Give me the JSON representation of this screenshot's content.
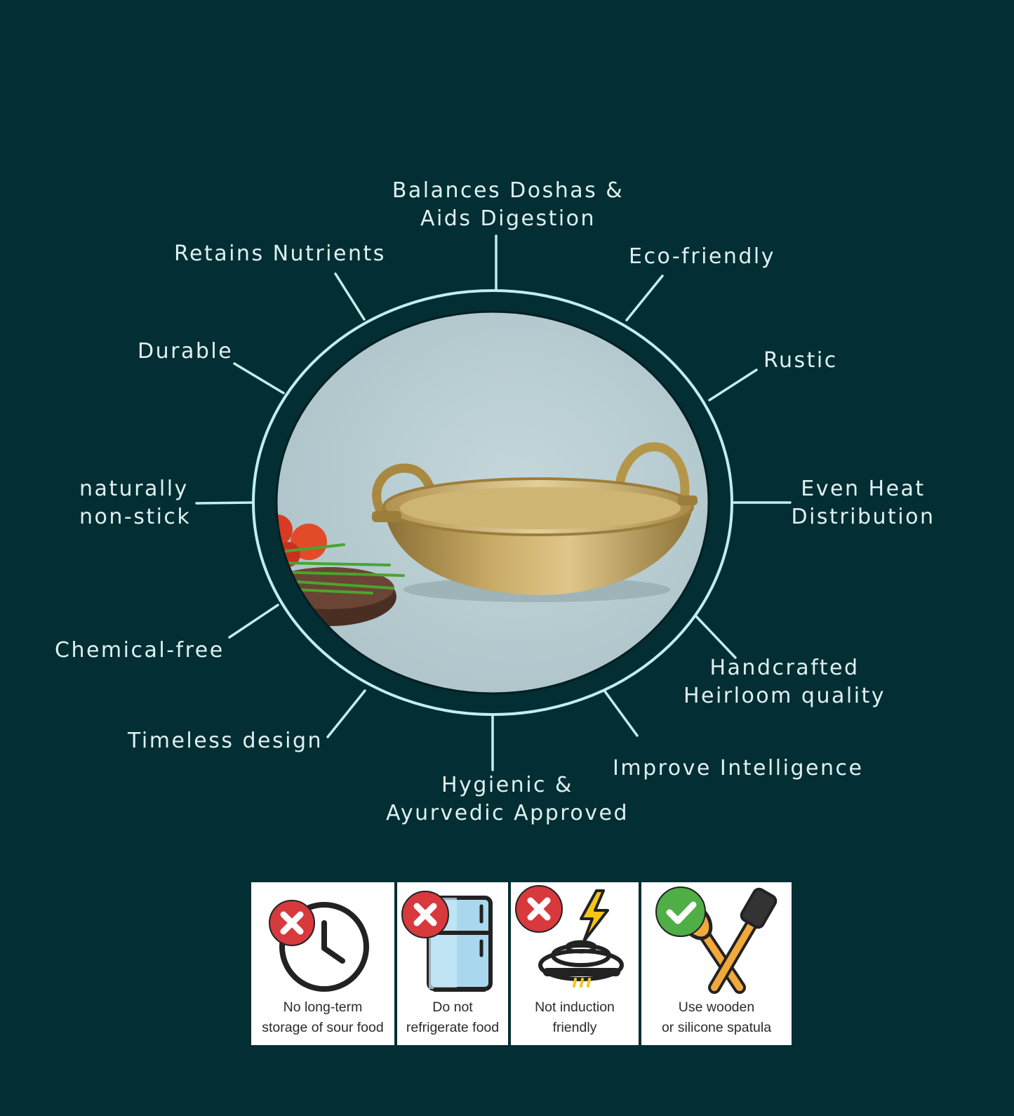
{
  "features": [
    {
      "id": "balances-doshas",
      "text": "Balances Doshas &\nAids Digestion"
    },
    {
      "id": "retains-nutrients",
      "text": "Retains Nutrients"
    },
    {
      "id": "eco-friendly",
      "text": "Eco-friendly"
    },
    {
      "id": "durable",
      "text": "Durable"
    },
    {
      "id": "rustic",
      "text": "Rustic"
    },
    {
      "id": "naturally-non-stick",
      "text": "naturally\nnon-stick"
    },
    {
      "id": "even-heat",
      "text": "Even Heat\nDistribution"
    },
    {
      "id": "chemical-free",
      "text": "Chemical-free"
    },
    {
      "id": "handcrafted",
      "text": "Handcrafted\nHeirloom quality"
    },
    {
      "id": "timeless-design",
      "text": "Timeless design"
    },
    {
      "id": "improve-intelligence",
      "text": "Improve Intelligence"
    },
    {
      "id": "hygienic",
      "text": "Hygienic &\nAyurvedic Approved"
    }
  ],
  "care": [
    {
      "id": "no-sour-storage",
      "caption": "No long-term\nstorage of sour food",
      "badge": "cross-icon",
      "icon": "clock-icon"
    },
    {
      "id": "no-refrigerate",
      "caption": "Do not\nrefrigerate food",
      "badge": "cross-icon",
      "icon": "refrigerator-icon"
    },
    {
      "id": "no-induction",
      "caption": "Not induction\nfriendly",
      "badge": "cross-icon",
      "icon": "induction-hob-icon"
    },
    {
      "id": "wooden-spatula",
      "caption": "Use wooden\nor silicone spatula",
      "badge": "check-icon",
      "icon": "spatula-icon"
    }
  ],
  "colors": {
    "background": "#032e33",
    "ring": "#bff0f0",
    "label": "#dff1f2",
    "photo_bg": "#b8cdd2",
    "brass": "#c4a560",
    "cross": "#d8393d",
    "check": "#4fae45"
  }
}
